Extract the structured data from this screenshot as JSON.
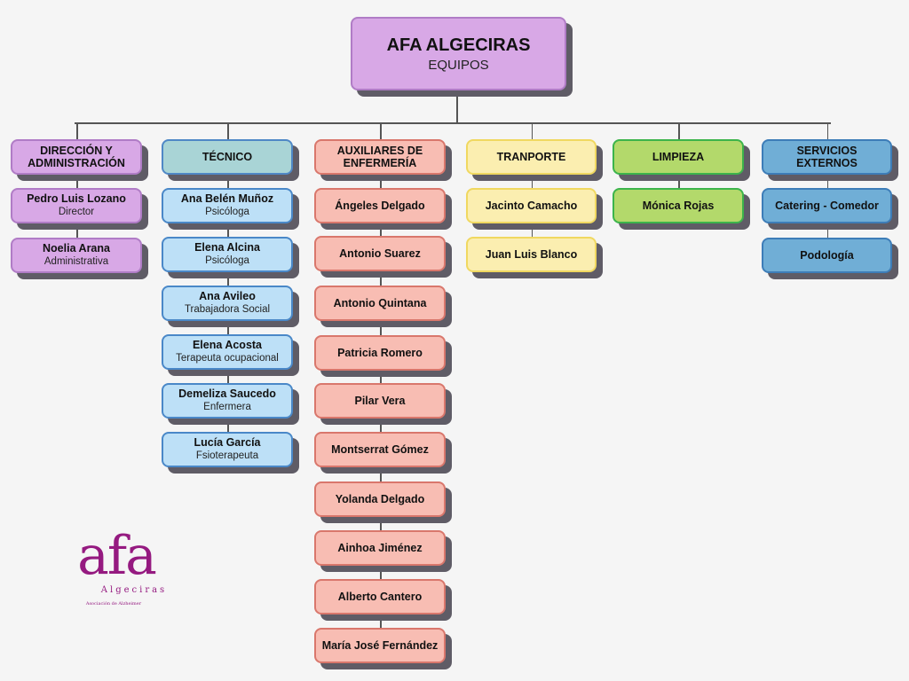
{
  "title": "AFA ALGECIRAS",
  "subtitle": "EQUIPOS",
  "logo": {
    "text": "afa",
    "city": "Algeciras",
    "tagline": "Asociación de Alzheimer"
  },
  "colors": {
    "shadow": "#5f5c66",
    "line": "#555555"
  },
  "columns": [
    {
      "header": "DIRECCIÓN Y ADMINISTRACIÓN",
      "header_bg": "#d8a8e6",
      "header_border": "#b07cc6",
      "bg": "#d8a8e6",
      "border": "#b07cc6",
      "members": [
        {
          "name": "Pedro Luis Lozano",
          "role": "Director"
        },
        {
          "name": "Noelia Arana",
          "role": "Administrativa"
        }
      ]
    },
    {
      "header": "TÉCNICO",
      "header_bg": "#a9d4d6",
      "header_border": "#4f88c6",
      "bg": "#bde0f7",
      "border": "#4a88c8",
      "members": [
        {
          "name": "Ana Belén Muñoz",
          "role": "Psicóloga"
        },
        {
          "name": "Elena Alcina",
          "role": "Psicóloga"
        },
        {
          "name": "Ana Avileo",
          "role": "Trabajadora Social"
        },
        {
          "name": "Elena Acosta",
          "role": "Terapeuta ocupacional"
        },
        {
          "name": "Demeliza Saucedo",
          "role": "Enfermera"
        },
        {
          "name": "Lucía García",
          "role": "Fsioterapeuta"
        }
      ]
    },
    {
      "header": "AUXILIARES DE ENFERMERÍA",
      "header_bg": "#f8bdb3",
      "header_border": "#d9776c",
      "bg": "#f8bdb3",
      "border": "#d9776c",
      "members": [
        {
          "name": "Ángeles Delgado"
        },
        {
          "name": "Antonio Suarez"
        },
        {
          "name": "Antonio Quintana"
        },
        {
          "name": "Patricia Romero"
        },
        {
          "name": "Pilar Vera"
        },
        {
          "name": "Montserrat Gómez"
        },
        {
          "name": "Yolanda Delgado"
        },
        {
          "name": "Ainhoa Jiménez"
        },
        {
          "name": "Alberto Cantero"
        },
        {
          "name": "María José Fernández"
        }
      ]
    },
    {
      "header": "TRANPORTE",
      "header_bg": "#fbeeb0",
      "header_border": "#f0d860",
      "bg": "#fbeeb0",
      "border": "#f0d860",
      "members": [
        {
          "name": "Jacinto Camacho"
        },
        {
          "name": "Juan Luis Blanco"
        }
      ]
    },
    {
      "header": "LIMPIEZA",
      "header_bg": "#b3d96b",
      "header_border": "#3cb44b",
      "bg": "#b3d96b",
      "border": "#3cb44b",
      "members": [
        {
          "name": "Mónica Rojas"
        }
      ]
    },
    {
      "header": "SERVICIOS EXTERNOS",
      "header_bg": "#70aed6",
      "header_border": "#3d7db8",
      "bg": "#70aed6",
      "border": "#3d7db8",
      "members": [
        {
          "name": "Catering - Comedor"
        },
        {
          "name": "Podología"
        }
      ]
    }
  ]
}
